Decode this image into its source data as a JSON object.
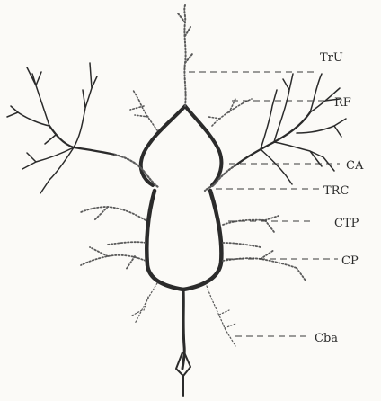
{
  "labels": {
    "tru": "TrU",
    "rf": "RF",
    "ca": "CA",
    "trc": "TRC",
    "ctp": "CTP",
    "cp": "CP",
    "cba": "Cba"
  },
  "colors": {
    "ink": "#2b2b2b",
    "dotted": "#5a5a5a",
    "paper": "#fbfaf7"
  }
}
